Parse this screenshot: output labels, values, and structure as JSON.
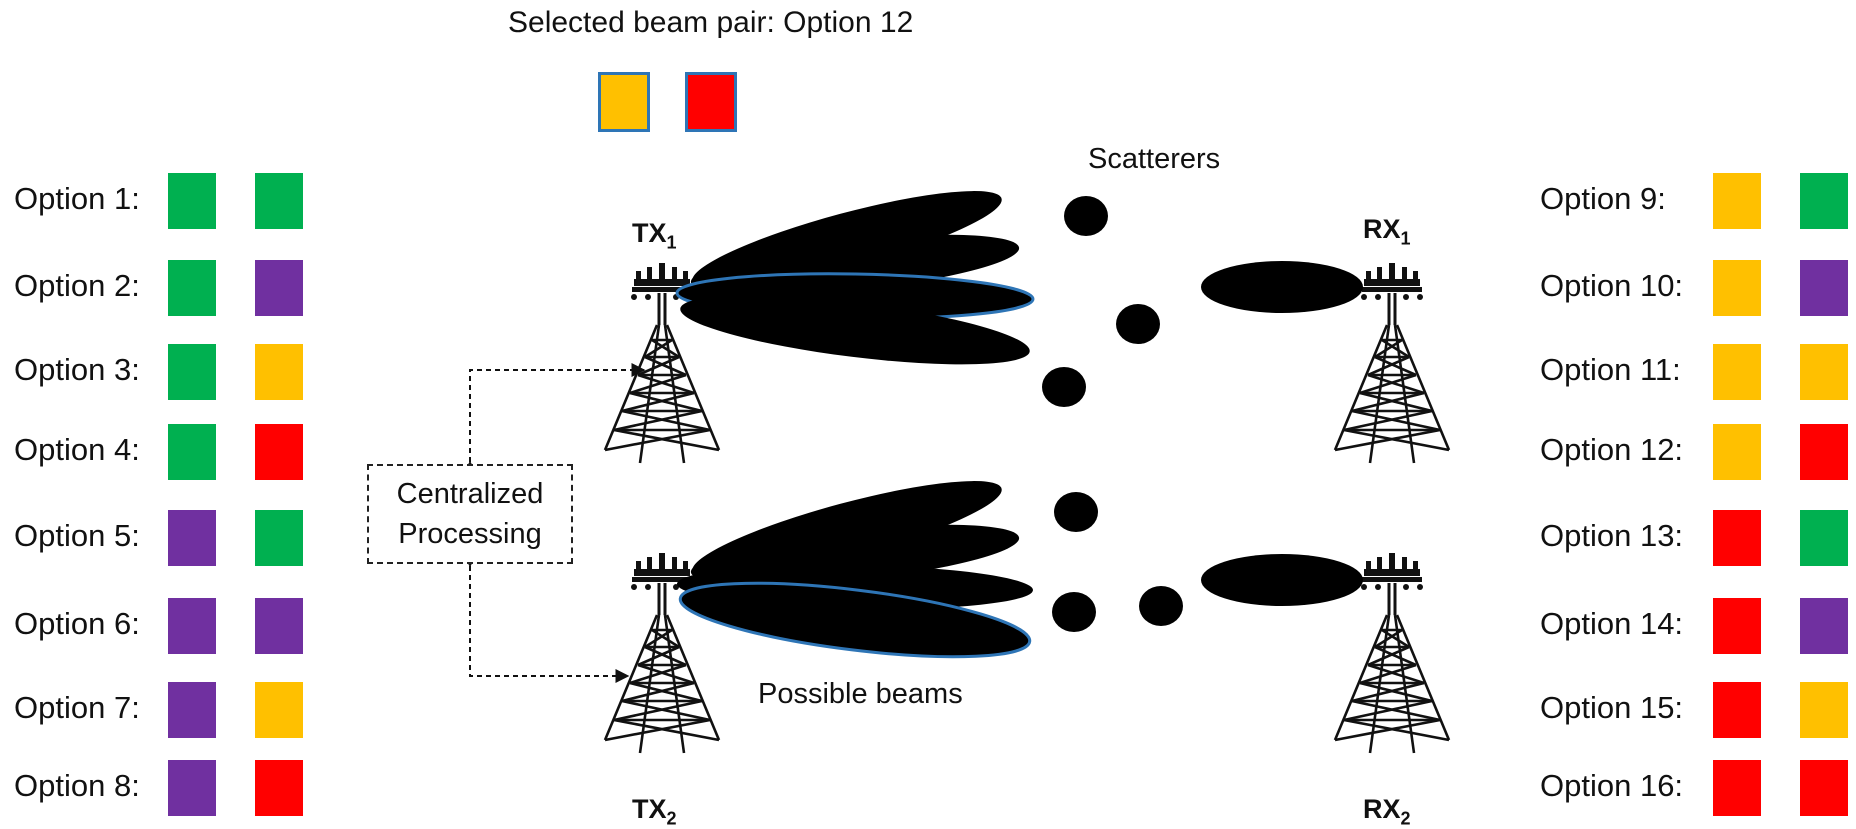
{
  "header": {
    "selected_label": "Selected beam pair: Option 12"
  },
  "colors": {
    "green": "#00b050",
    "purple": "#7030a0",
    "yellow": "#ffc000",
    "red": "#ff0000",
    "blue": "#0070c0"
  },
  "selected_pair": [
    "yellow",
    "red"
  ],
  "options_left": [
    {
      "label": "Option 1:",
      "tx": "green",
      "rx": "green"
    },
    {
      "label": "Option 2:",
      "tx": "green",
      "rx": "purple"
    },
    {
      "label": "Option 3:",
      "tx": "green",
      "rx": "yellow"
    },
    {
      "label": "Option 4:",
      "tx": "green",
      "rx": "red"
    },
    {
      "label": "Option 5:",
      "tx": "purple",
      "rx": "green"
    },
    {
      "label": "Option 6:",
      "tx": "purple",
      "rx": "purple"
    },
    {
      "label": "Option 7:",
      "tx": "purple",
      "rx": "yellow"
    },
    {
      "label": "Option 8:",
      "tx": "purple",
      "rx": "red"
    }
  ],
  "options_right": [
    {
      "label": "Option 9:",
      "tx": "yellow",
      "rx": "green"
    },
    {
      "label": "Option 10:",
      "tx": "yellow",
      "rx": "purple"
    },
    {
      "label": "Option 11:",
      "tx": "yellow",
      "rx": "yellow"
    },
    {
      "label": "Option 12:",
      "tx": "yellow",
      "rx": "red"
    },
    {
      "label": "Option 13:",
      "tx": "red",
      "rx": "green"
    },
    {
      "label": "Option 14:",
      "tx": "red",
      "rx": "purple"
    },
    {
      "label": "Option 15:",
      "tx": "red",
      "rx": "yellow"
    },
    {
      "label": "Option 16:",
      "tx": "red",
      "rx": "red"
    }
  ],
  "nodes": {
    "tx1": {
      "base": "TX",
      "sub": "1"
    },
    "tx2": {
      "base": "TX",
      "sub": "2"
    },
    "rx1": {
      "base": "RX",
      "sub": "1"
    },
    "rx2": {
      "base": "RX",
      "sub": "2"
    }
  },
  "labels": {
    "scatterers": "Scatterers",
    "possible_beams": "Possible beams",
    "processing_line1": "Centralized",
    "processing_line2": "Processing"
  }
}
